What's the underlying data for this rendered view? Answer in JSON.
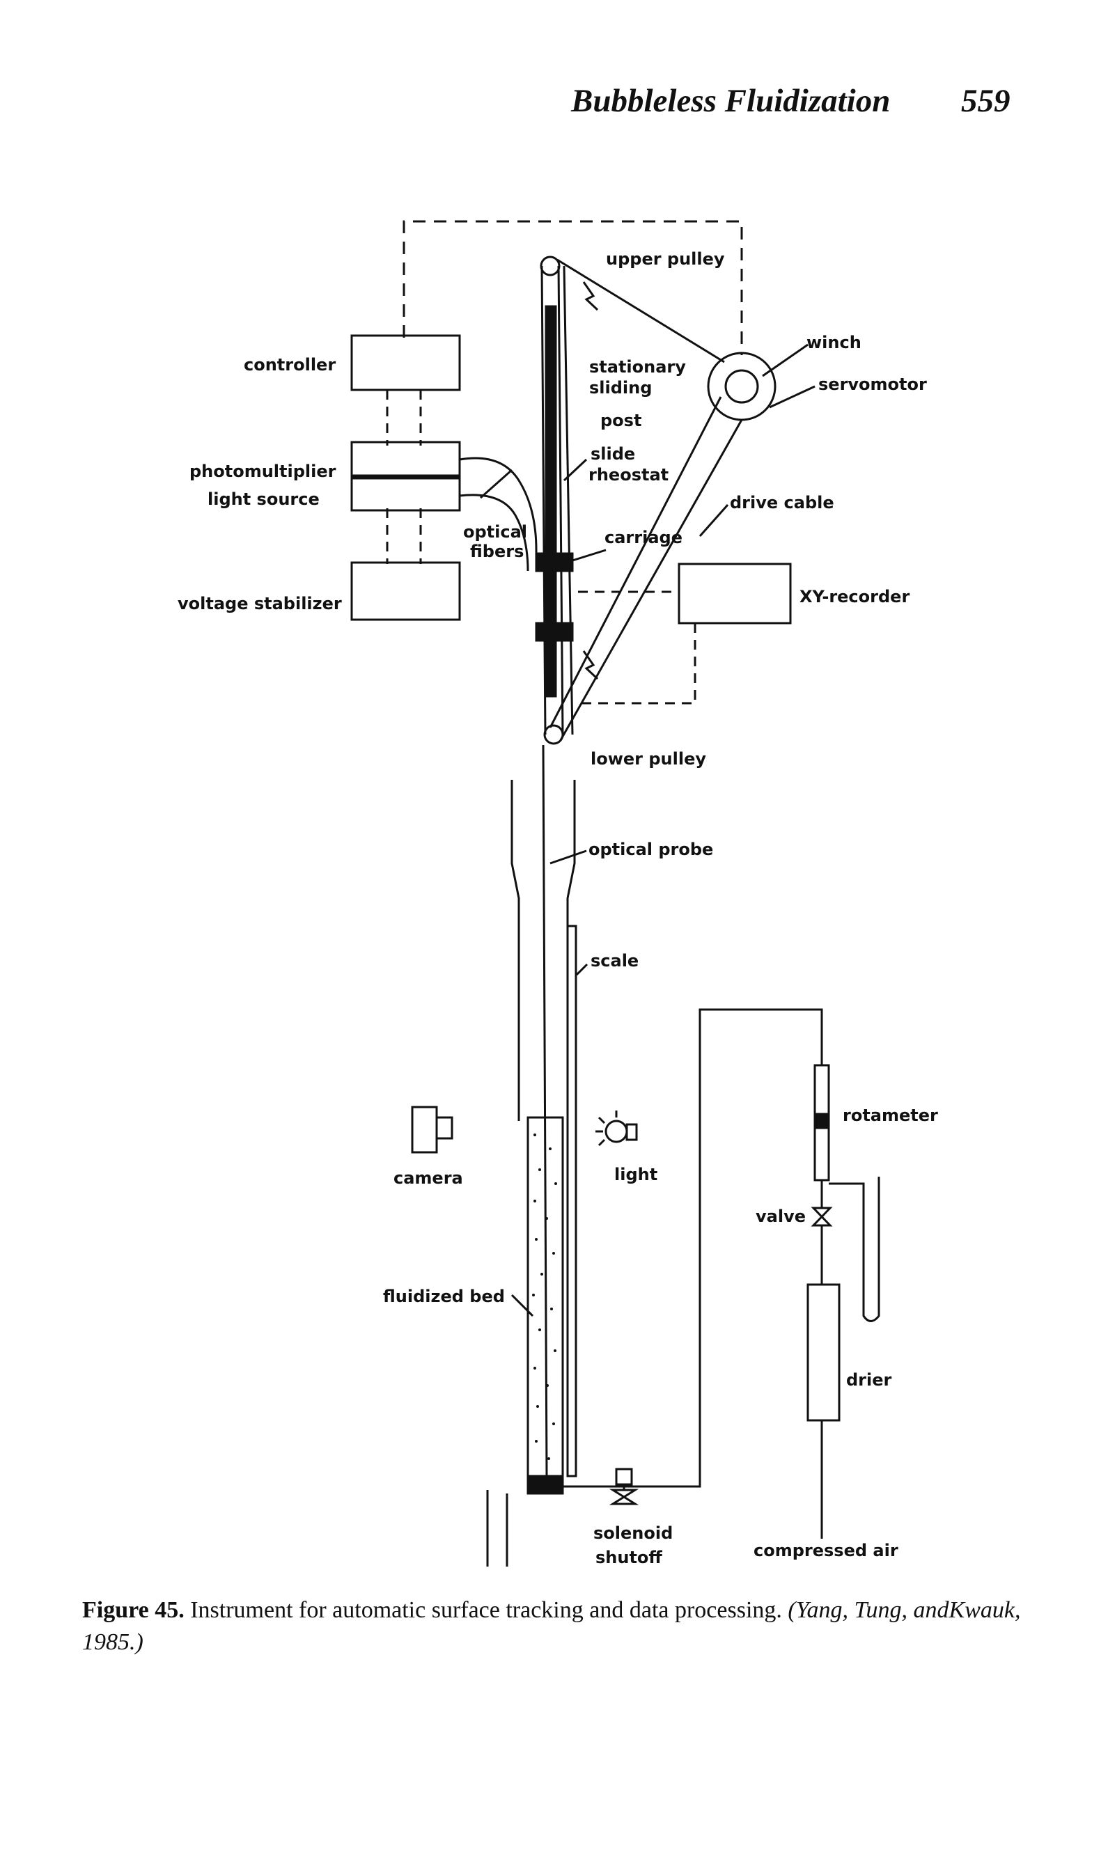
{
  "header": {
    "running_title": "Bubbleless Fluidization",
    "page_number": "559"
  },
  "figure": {
    "labels": {
      "upper_pulley": "upper pulley",
      "controller": "controller",
      "winch": "winch",
      "servomotor": "servomotor",
      "stationary_sliding_post_1": "stationary",
      "stationary_sliding_post_2": "sliding",
      "stationary_sliding_post_3": "post",
      "photomultiplier": "photomultiplier",
      "light_source": "light source",
      "slide_rheostat_1": "slide",
      "slide_rheostat_2": "rheostat",
      "drive_cable": "drive cable",
      "optical_fibers_1": "optical",
      "optical_fibers_2": "fibers",
      "carriage": "carriage",
      "voltage_stabilizer": "voltage stabilizer",
      "xy_recorder": "XY-recorder",
      "lower_pulley": "lower pulley",
      "optical_probe": "optical probe",
      "scale": "scale",
      "camera": "camera",
      "light": "light",
      "rotameter": "rotameter",
      "valve": "valve",
      "fluidized_bed": "fluidized bed",
      "drier": "drier",
      "solenoid_shutoff_1": "solenoid",
      "solenoid_shutoff_2": "shutoff",
      "compressed_air": "compressed air"
    }
  },
  "caption": {
    "label": "Figure 45.",
    "text": " Instrument for automatic surface tracking and data processing. ",
    "citation": "(Yang, Tung, andKwauk, 1985.)"
  }
}
